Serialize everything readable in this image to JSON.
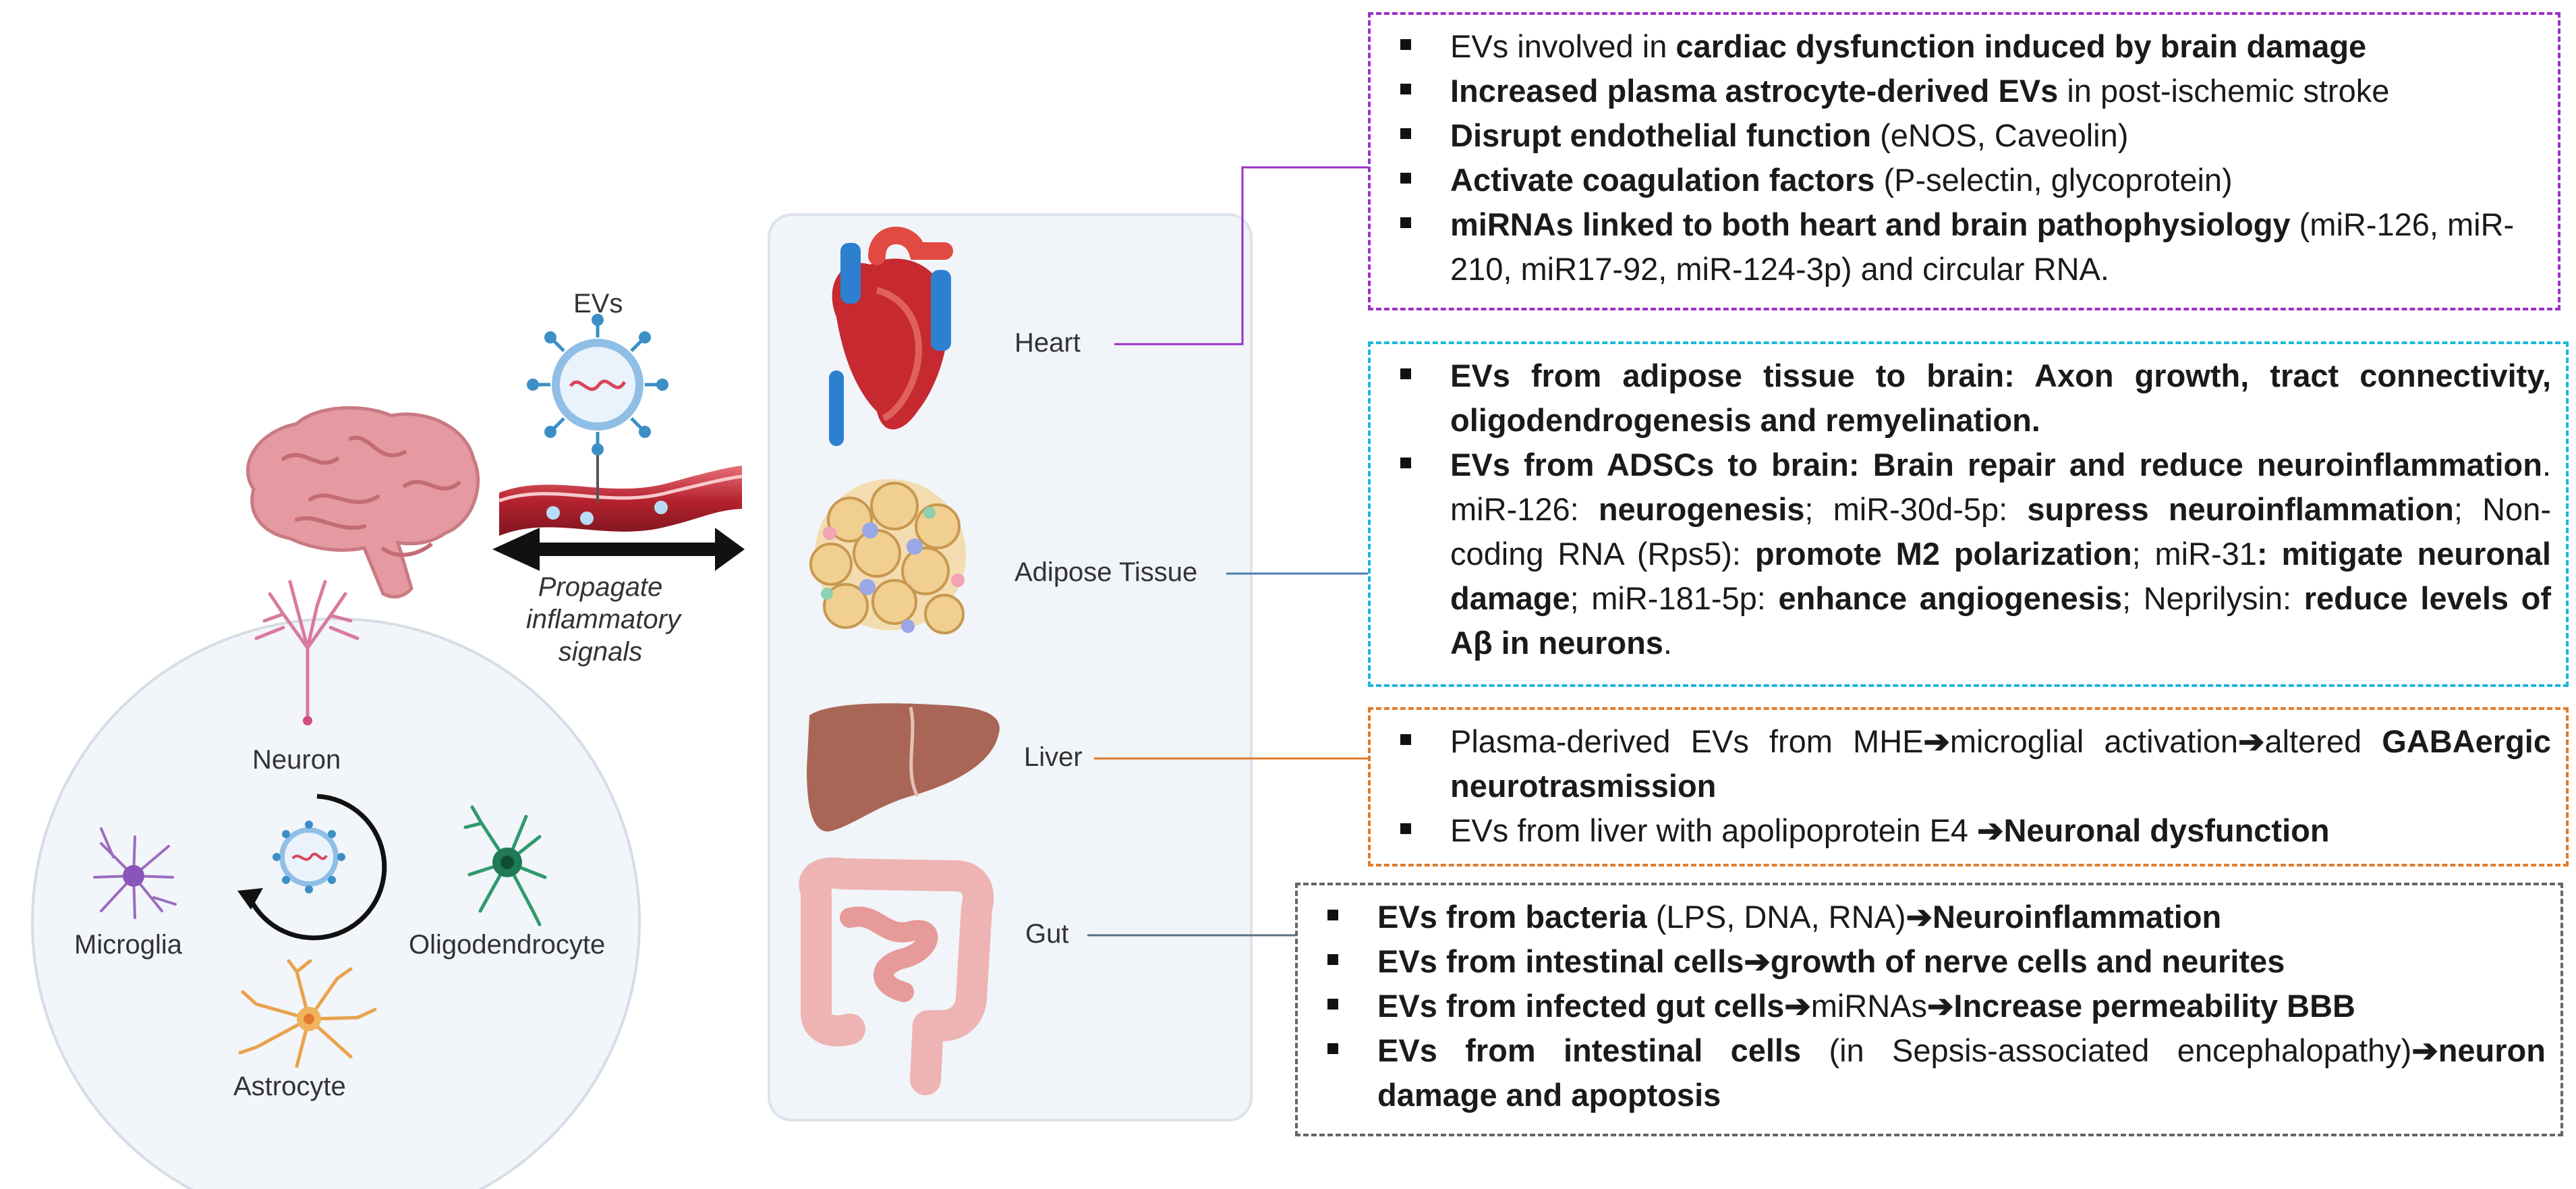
{
  "labels": {
    "evs": "EVs",
    "propagate": "Propagate inflammatory signals",
    "neuron": "Neuron",
    "microglia": "Microglia",
    "oligodendrocyte": "Oligodendrocyte",
    "astrocyte": "Astrocyte"
  },
  "organs": {
    "heart": "Heart",
    "adipose": "Adipose Tissue",
    "liver": "Liver",
    "gut": "Gut"
  },
  "colors": {
    "heart_border": "#9b30c8",
    "adipose_border": "#19b8d8",
    "liver_border": "#e07a2a",
    "gut_border": "#666666",
    "heart_line": "#9b30c8",
    "adipose_line": "#4a7fb5",
    "liver_line": "#e07a2a",
    "gut_line": "#5c6f80"
  },
  "heart_box": [
    {
      "a": "EVs involved in ",
      "b": "cardiac dysfunction induced by brain damage"
    },
    {
      "a": "Increased plasma astrocyte-derived EVs",
      "b": " in post-ischemic stroke"
    },
    {
      "a": "Disrupt endothelial function",
      "b": " (eNOS, Caveolin)"
    },
    {
      "a": "Activate coagulation factors",
      "b": " (P-selectin, glycoprotein)"
    },
    {
      "a": "miRNAs linked to both heart and brain pathophysiology",
      "b": " (miR-126, miR-210, miR17-92, miR-124-3p) and circular RNA."
    }
  ],
  "adipose_box": {
    "item1_bold": "EVs from adipose tissue to brain",
    "item1_rest": ": Axon growth, tract connectivity, oligodendrogenesis and remyelination.",
    "item2_bold": "EVs from ADSCs to brain: Brain repair and reduce neuroinflammation",
    "item2_dot": ".",
    "t1": " miR-126: ",
    "b1": "neurogenesis",
    "t2": "; miR-30d-5p: ",
    "b2": "supress neuroinflammation",
    "t3": "; Non-coding RNA (Rps5): ",
    "b3": "promote M2 polarization",
    "t4": "; miR-31",
    "b4": ": mitigate neuronal damage",
    "t5": "; miR-181-5p: ",
    "b5": "enhance angiogenesis",
    "t6": "; Neprilysin: ",
    "b6": "reduce levels of Aβ in neurons",
    "t7": "."
  },
  "liver_box": {
    "item1_a": "Plasma-derived EVs from MHE",
    "arrow": "➔",
    "item1_b": "microglial activation",
    "item1_c": "altered ",
    "item1_bold": "GABAergic neurotrasmission",
    "item2_a": "EVs from liver with apolipoprotein E4 ",
    "item2_bold": "Neuronal dysfunction"
  },
  "gut_box": {
    "i1_b": "EVs from bacteria",
    "i1_t": " (LPS, DNA, RNA)",
    "i1_b2": "Neuroinflammation",
    "i2_b": "EVs from intestinal cells",
    "i2_b2": "growth of nerve cells and neurites",
    "i3_b": "EVs from infected gut cells",
    "i3_t": "miRNAs",
    "i3_b2": "Increase permeability BBB",
    "i4_b": "EVs from intestinal cells",
    "i4_t": " (in Sepsis-associated encephalopathy)",
    "i4_b2": "neuron damage and apoptosis",
    "arrow": "➔"
  }
}
